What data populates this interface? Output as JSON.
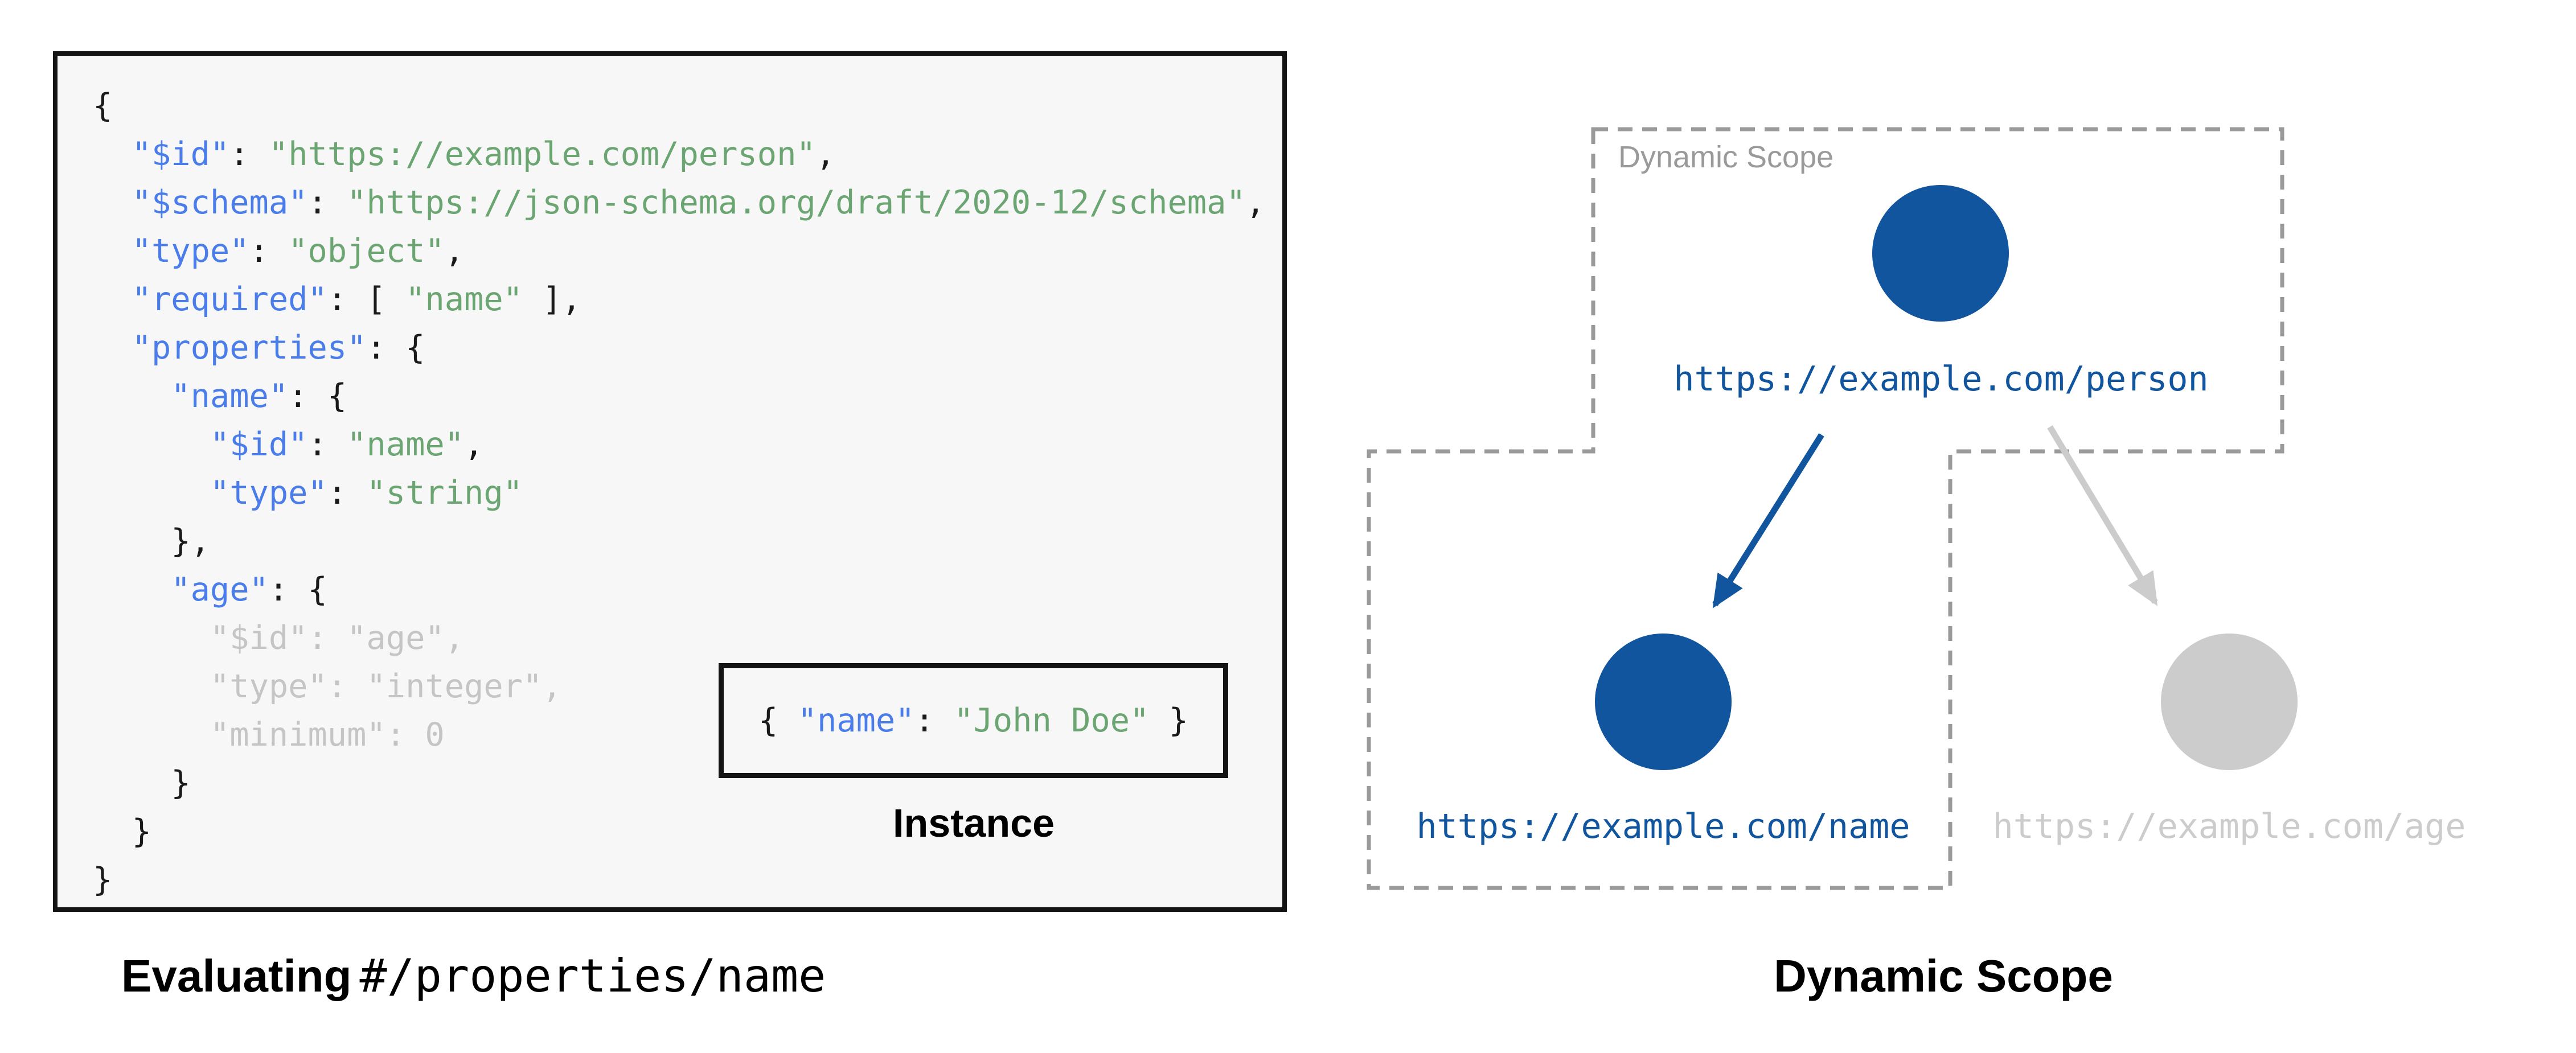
{
  "colors": {
    "page_bg": "#ffffff",
    "panel_bg": "#f7f7f7",
    "panel_border": "#141414",
    "code_key": "#4a7de9",
    "code_string": "#6ba572",
    "code_plain": "#1a1a1a",
    "code_dim": "#c5c5c5",
    "node_active": "#10559e",
    "node_inactive": "#cccccc",
    "scope_border": "#9a9a9a",
    "scope_label": "#9a9a9a",
    "caption_text": "#000000"
  },
  "schema_panel": {
    "code_lines": [
      [
        [
          "p",
          "{"
        ]
      ],
      [
        [
          "p",
          "  "
        ],
        [
          "k",
          "\"$id\""
        ],
        [
          "p",
          ": "
        ],
        [
          "s",
          "\"https://example.com/person\""
        ],
        [
          "p",
          ","
        ]
      ],
      [
        [
          "p",
          "  "
        ],
        [
          "k",
          "\"$schema\""
        ],
        [
          "p",
          ": "
        ],
        [
          "s",
          "\"https://json-schema.org/draft/2020-12/schema\""
        ],
        [
          "p",
          ","
        ]
      ],
      [
        [
          "p",
          "  "
        ],
        [
          "k",
          "\"type\""
        ],
        [
          "p",
          ": "
        ],
        [
          "s",
          "\"object\""
        ],
        [
          "p",
          ","
        ]
      ],
      [
        [
          "p",
          "  "
        ],
        [
          "k",
          "\"required\""
        ],
        [
          "p",
          ": [ "
        ],
        [
          "s",
          "\"name\""
        ],
        [
          "p",
          " ],"
        ]
      ],
      [
        [
          "p",
          "  "
        ],
        [
          "k",
          "\"properties\""
        ],
        [
          "p",
          ": {"
        ]
      ],
      [
        [
          "p",
          "    "
        ],
        [
          "k",
          "\"name\""
        ],
        [
          "p",
          ": {"
        ]
      ],
      [
        [
          "p",
          "      "
        ],
        [
          "k",
          "\"$id\""
        ],
        [
          "p",
          ": "
        ],
        [
          "s",
          "\"name\""
        ],
        [
          "p",
          ","
        ]
      ],
      [
        [
          "p",
          "      "
        ],
        [
          "k",
          "\"type\""
        ],
        [
          "p",
          ": "
        ],
        [
          "s",
          "\"string\""
        ]
      ],
      [
        [
          "p",
          "    },"
        ]
      ],
      [
        [
          "p",
          "    "
        ],
        [
          "k",
          "\"age\""
        ],
        [
          "p",
          ": {"
        ]
      ],
      [
        [
          "d",
          "      \"$id\": \"age\","
        ]
      ],
      [
        [
          "d",
          "      \"type\": \"integer\","
        ]
      ],
      [
        [
          "d",
          "      \"minimum\": 0"
        ]
      ],
      [
        [
          "p",
          "    }"
        ]
      ],
      [
        [
          "p",
          "  }"
        ]
      ],
      [
        [
          "p",
          "}"
        ]
      ]
    ],
    "instance": {
      "tokens": [
        [
          "p",
          "{ "
        ],
        [
          "k",
          "\"name\""
        ],
        [
          "p",
          ": "
        ],
        [
          "s",
          "\"John Doe\""
        ],
        [
          "p",
          " }"
        ]
      ],
      "label": "Instance"
    },
    "caption": {
      "bold": "Evaluating",
      "code": "#/properties/name"
    }
  },
  "scope_diagram": {
    "region_label": "Dynamic Scope",
    "caption": "Dynamic Scope",
    "nodes": [
      {
        "name": "person",
        "url": "https://example.com/person",
        "state": "active"
      },
      {
        "name": "name",
        "url": "https://example.com/name",
        "state": "active"
      },
      {
        "name": "age",
        "url": "https://example.com/age",
        "state": "inactive"
      }
    ]
  }
}
